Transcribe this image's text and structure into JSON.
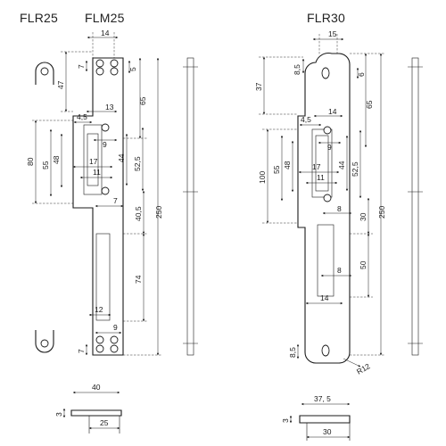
{
  "headers": {
    "flr25": "FLR25",
    "flm25": "FLM25",
    "flr30": "FLR30"
  },
  "left_plate": {
    "top_width": "14",
    "top_offset": "7",
    "edge_offset": "5",
    "left_height": "47",
    "upper_height": "65",
    "hole_offset": "4,5",
    "slot_top_width": "13",
    "height_80": "80",
    "height_55": "55",
    "height_48": "48",
    "slot_width": "9",
    "height_52_5": "52,5",
    "height_44": "44",
    "width_17": "17",
    "width_11": "11",
    "width_7": "7",
    "height_40_5": "40,5",
    "height_250": "250",
    "height_74": "74",
    "width_12": "12",
    "bottom_width": "9",
    "bottom_offset": "7",
    "profile_width": "40",
    "profile_depth": "25",
    "profile_thickness": "3"
  },
  "right_plate": {
    "top_width": "15",
    "top_offset": "8,5",
    "edge_offset": "6",
    "left_height": "37",
    "upper_height": "65",
    "hole_offset": "4,5",
    "slot_top_width": "14",
    "slot_width": "9",
    "height_100": "100",
    "height_55": "55",
    "height_48": "48",
    "height_52_5": "52,5",
    "height_44": "44",
    "width_17": "17",
    "width_11": "11",
    "width_8a": "8",
    "height_30": "30",
    "height_250": "250",
    "width_8b": "8",
    "height_50": "50",
    "width_14": "14",
    "bottom_offset": "8,5",
    "radius": "R12",
    "profile_width": "37, 5",
    "profile_depth": "30",
    "profile_thickness": "3"
  }
}
